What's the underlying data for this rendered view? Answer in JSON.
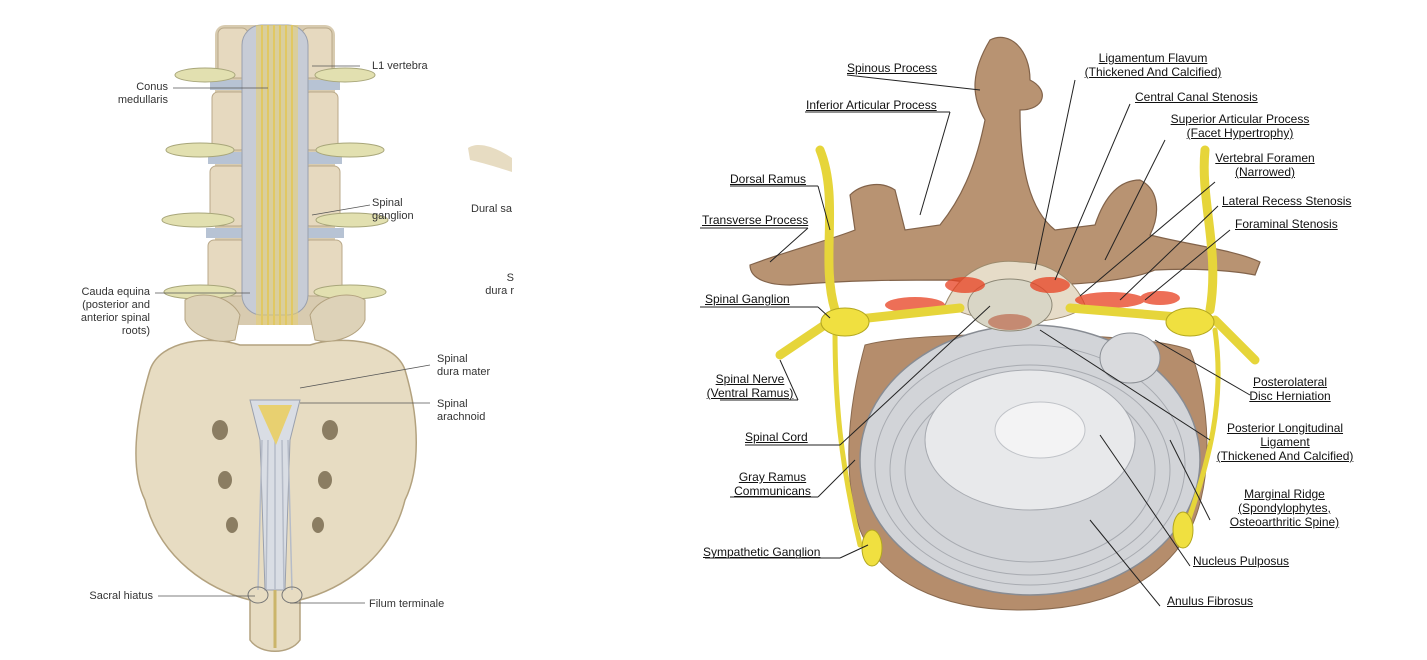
{
  "left": {
    "labels": {
      "l1_vertebra": "L1 vertebra",
      "conus_medullaris": "Conus\nmedullaris",
      "spinal_ganglion": "Spinal\nganglion",
      "cauda_equina": "Cauda equina\n(posterior and\nanterior spinal\nroots)",
      "spinal_dura_mater": "Spinal\ndura mater",
      "spinal_arachnoid": "Spinal\narachnoid",
      "sacral_hiatus": "Sacral hiatus",
      "filum_terminale": "Filum terminale",
      "dural_sac_fragment": "Dural sa",
      "fragment_s": "S\ndura r"
    }
  },
  "right": {
    "labels": {
      "spinous_process": "Spinous Process",
      "inferior_articular_process": "Inferior Articular Process",
      "dorsal_ramus": "Dorsal Ramus",
      "transverse_process": "Transverse Process",
      "spinal_ganglion": "Spinal Ganglion",
      "spinal_nerve": "Spinal Nerve\n(Ventral Ramus)",
      "spinal_cord": "Spinal Cord",
      "gray_ramus": "Gray Ramus\nCommunicans",
      "sympathetic_ganglion": "Sympathetic Ganglion",
      "ligamentum_flavum": "Ligamentum Flavum\n(Thickened And Calcified)",
      "central_canal_stenosis": "Central Canal Stenosis",
      "superior_articular_process": "Superior Articular Process\n(Facet Hypertrophy)",
      "vertebral_foramen": "Vertebral Foramen\n(Narrowed)",
      "lateral_recess_stenosis": "Lateral Recess Stenosis",
      "foraminal_stenosis": "Foraminal Stenosis",
      "posterolateral_disc_herniation": "Posterolateral\nDisc Herniation",
      "posterior_longitudinal_ligament": "Posterior Longitudinal\nLigament\n(Thickened And Calcified)",
      "marginal_ridge": "Marginal Ridge\n(Spondylophytes,\nOsteoarthritic Spine)",
      "nucleus_pulposus": "Nucleus Pulposus",
      "anulus_fibrosus": "Anulus Fibrosus"
    }
  },
  "colors": {
    "bone": "#e8dcc0",
    "bone_dark": "#b89a78",
    "vertebra_brown": "#b08868",
    "nerve_yellow": "#f0e040",
    "cauda_yellow": "#e8d070",
    "disc_gray": "#cfd2d6",
    "stenosis_red": "#e84020",
    "leader": "#222222"
  }
}
